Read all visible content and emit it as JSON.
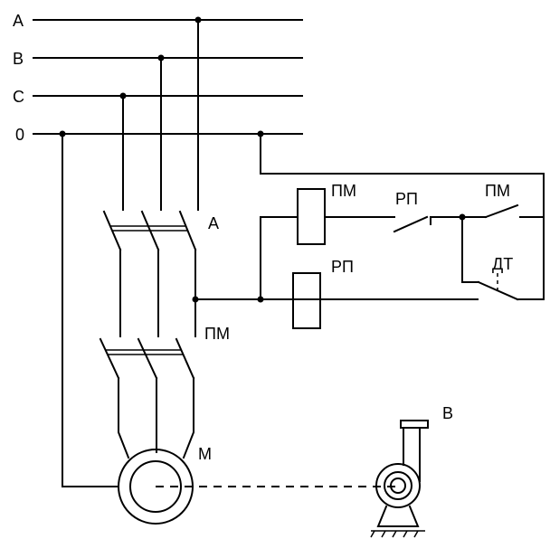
{
  "labels": {
    "bus_a": "A",
    "bus_b": "B",
    "bus_c": "C",
    "bus_0": "0",
    "breaker": "A",
    "contactor": "ПМ",
    "motor": "М",
    "pump": "В",
    "coil_pm": "ПМ",
    "contact_rp": "РП",
    "contact_pm": "ПМ",
    "coil_rp": "РП",
    "sensor_dt": "ДТ"
  }
}
